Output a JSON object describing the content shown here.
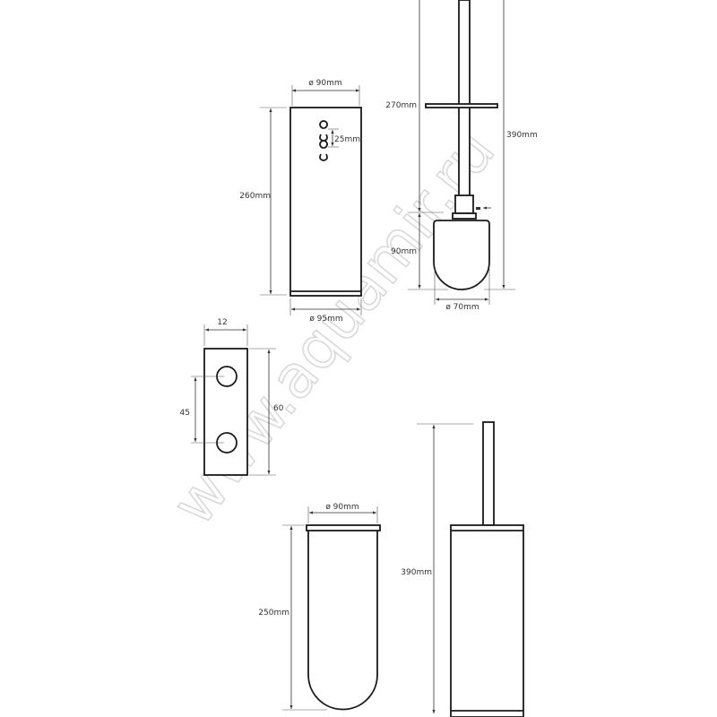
{
  "watermark": "www.aquamir.ru",
  "holder_view": {
    "top_diameter": "ø 90mm",
    "height": "260mm",
    "hole_spacing": "25mm",
    "bottom_diameter": "ø 95mm"
  },
  "brush_view": {
    "plate_height": "270mm",
    "total_height": "390mm",
    "head_height": "90mm",
    "head_diameter": "ø 70mm"
  },
  "bracket_view": {
    "width": "12",
    "hole_spacing": "45",
    "height": "60"
  },
  "cup_view": {
    "diameter": "ø 90mm",
    "height": "250mm"
  },
  "assembly_view": {
    "height": "390mm"
  }
}
